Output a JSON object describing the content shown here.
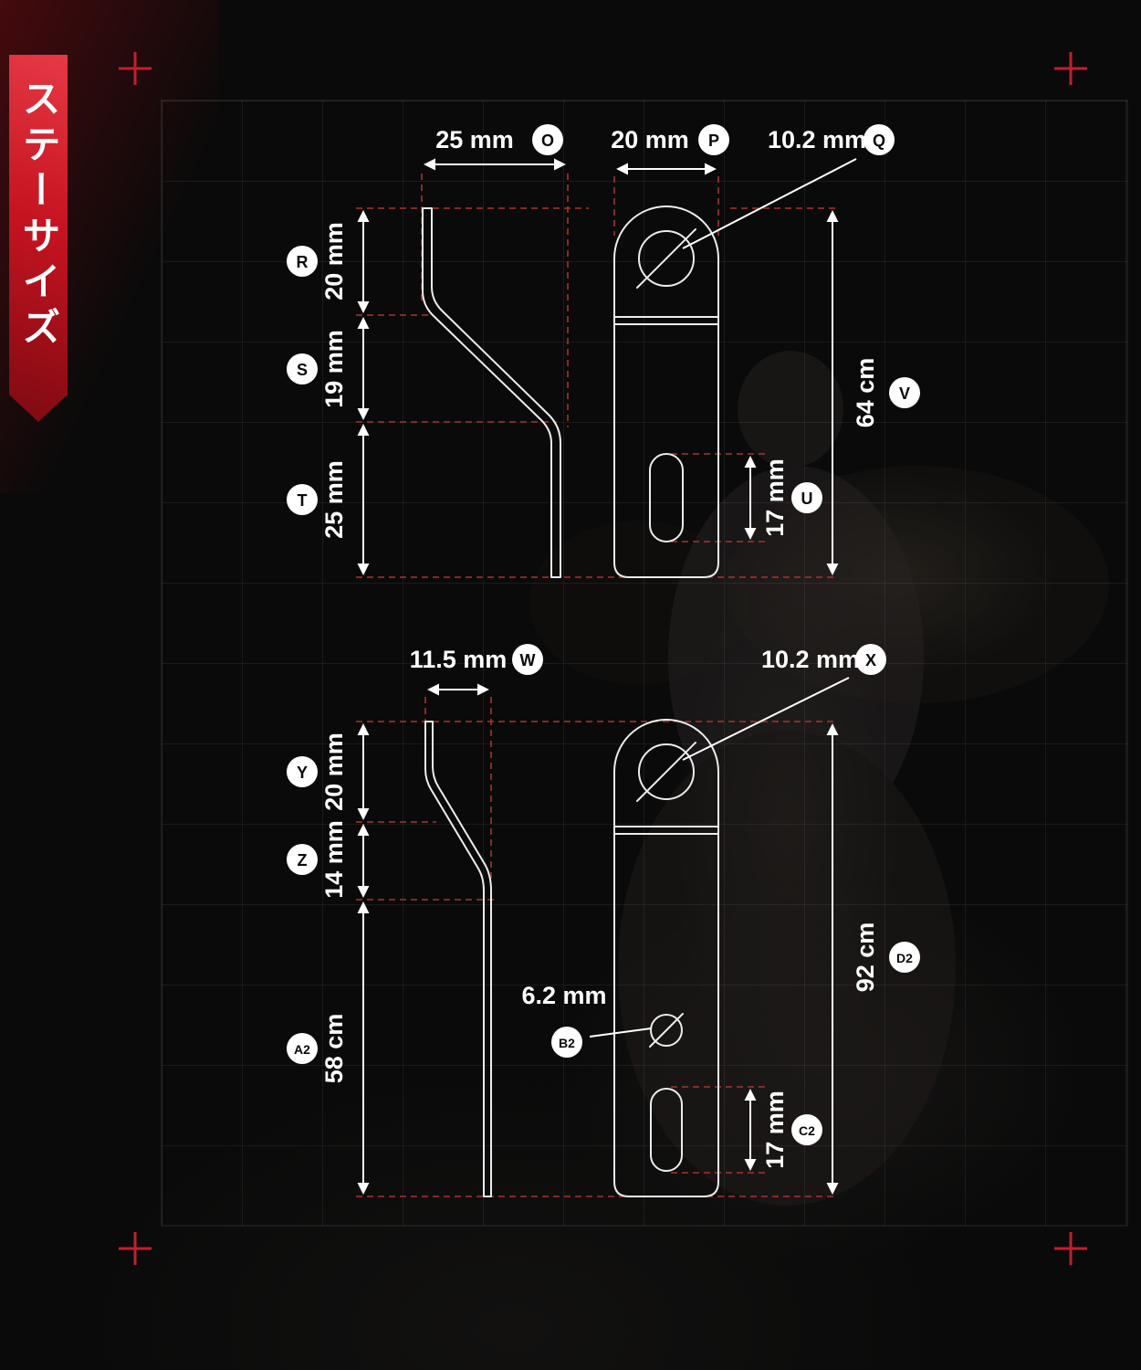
{
  "colors": {
    "accent_red": "#c21f2e",
    "dash_red": "#a63431",
    "line_white": "#ffffff",
    "background": "#0a0a0a"
  },
  "ribbon": {
    "label": "ステーサイズ"
  },
  "diagram_top": {
    "o": {
      "value": "25 mm",
      "tag": "O"
    },
    "p": {
      "value": "20 mm",
      "tag": "P"
    },
    "q": {
      "value": "10.2 mm",
      "tag": "Q"
    },
    "r": {
      "value": "20 mm",
      "tag": "R"
    },
    "s": {
      "value": "19 mm",
      "tag": "S"
    },
    "t": {
      "value": "25 mm",
      "tag": "T"
    },
    "u": {
      "value": "17 mm",
      "tag": "U"
    },
    "v": {
      "value": "64 cm",
      "tag": "V"
    }
  },
  "diagram_bottom": {
    "w": {
      "value": "11.5 mm",
      "tag": "W"
    },
    "x": {
      "value": "10.2 mm",
      "tag": "X"
    },
    "y": {
      "value": "20 mm",
      "tag": "Y"
    },
    "z": {
      "value": "14 mm",
      "tag": "Z"
    },
    "a2": {
      "value": "58 cm",
      "tag": "A2"
    },
    "b2": {
      "value": "6.2 mm",
      "tag": "B2"
    },
    "c2": {
      "value": "17 mm",
      "tag": "C2"
    },
    "d2": {
      "value": "92 cm",
      "tag": "D2"
    }
  }
}
